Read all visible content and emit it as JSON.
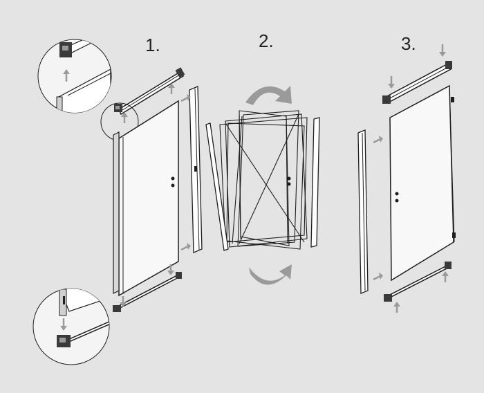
{
  "steps": [
    {
      "label": "1."
    },
    {
      "label": "2."
    },
    {
      "label": "3."
    }
  ],
  "colors": {
    "background": "#e4e4e4",
    "line": "#1e1e1e",
    "panel": "#f6f6f6",
    "arrow": "#9a9a9a",
    "bracket": "#3a3a3a"
  },
  "icons": [
    "arrow-up-icon",
    "arrow-down-icon",
    "arrow-right-icon",
    "arrow-left-icon",
    "rotate-clockwise-icon",
    "rotate-counterclockwise-icon"
  ]
}
